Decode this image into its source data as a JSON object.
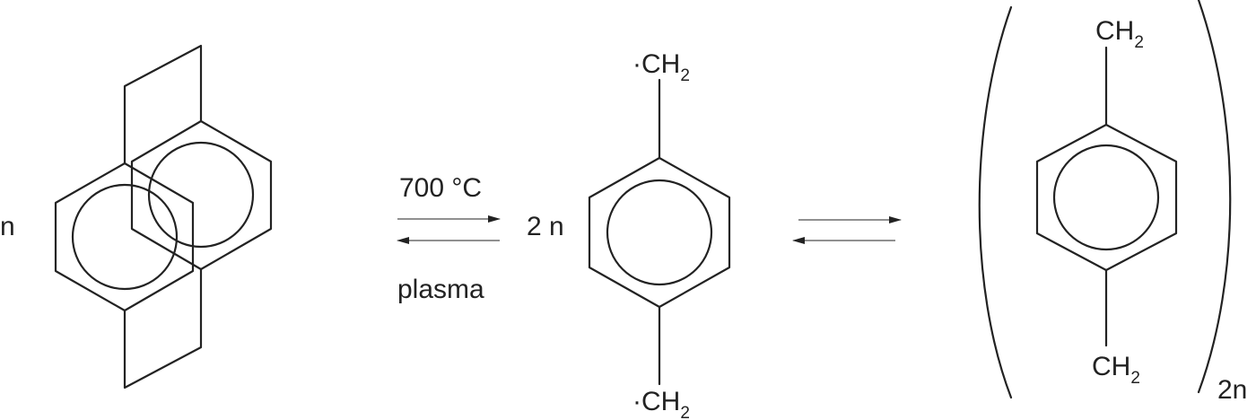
{
  "reactant": {
    "coefficient": "n"
  },
  "step1": {
    "forward_label": "700 °C",
    "reverse_label": "plasma"
  },
  "intermediate": {
    "coefficient": "2 n",
    "top_group": {
      "dot": "·",
      "main": "CH",
      "sub": "2"
    },
    "bottom_group": {
      "dot": "·",
      "main": "CH",
      "sub": "2"
    }
  },
  "product": {
    "top_group": {
      "main": "CH",
      "sub": "2"
    },
    "bottom_group": {
      "main": "CH",
      "sub": "2"
    },
    "repeat_index": "2n"
  },
  "colors": {
    "ink": "#222222",
    "background": "#ffffff"
  }
}
